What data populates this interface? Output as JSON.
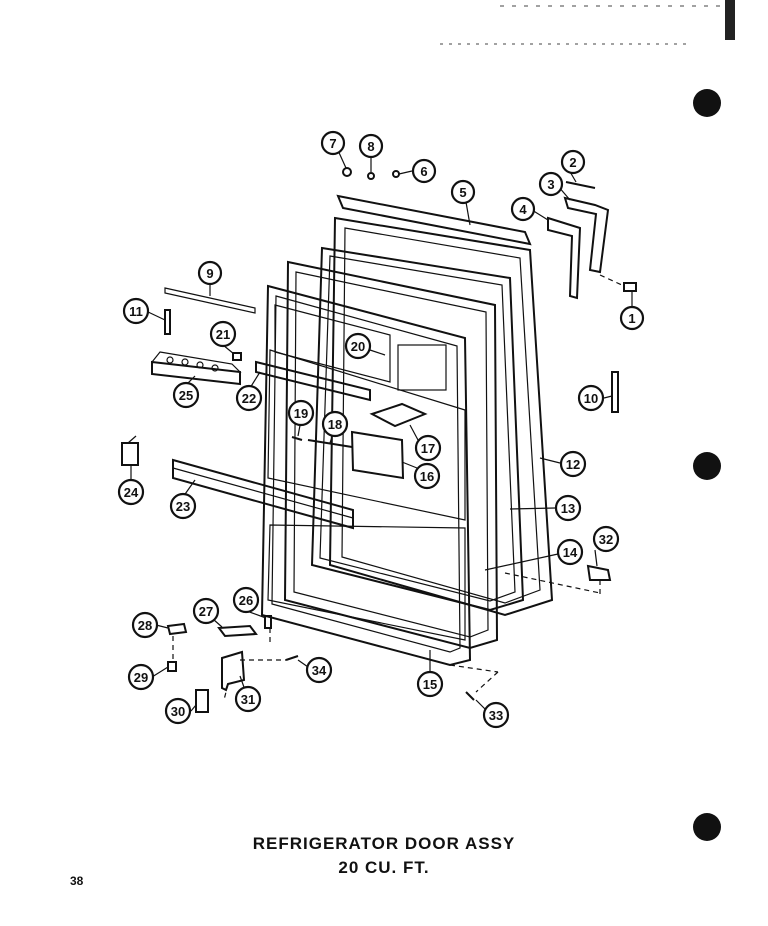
{
  "title": {
    "line1": "REFRIGERATOR  DOOR  ASSY",
    "line2": "20 CU. FT."
  },
  "page_number": "38",
  "callouts": [
    "1",
    "2",
    "3",
    "4",
    "5",
    "6",
    "7",
    "8",
    "9",
    "10",
    "11",
    "12",
    "13",
    "14",
    "15",
    "16",
    "17",
    "18",
    "19",
    "20",
    "21",
    "22",
    "23",
    "24",
    "25",
    "26",
    "27",
    "28",
    "29",
    "30",
    "31",
    "32",
    "33",
    "34"
  ]
}
